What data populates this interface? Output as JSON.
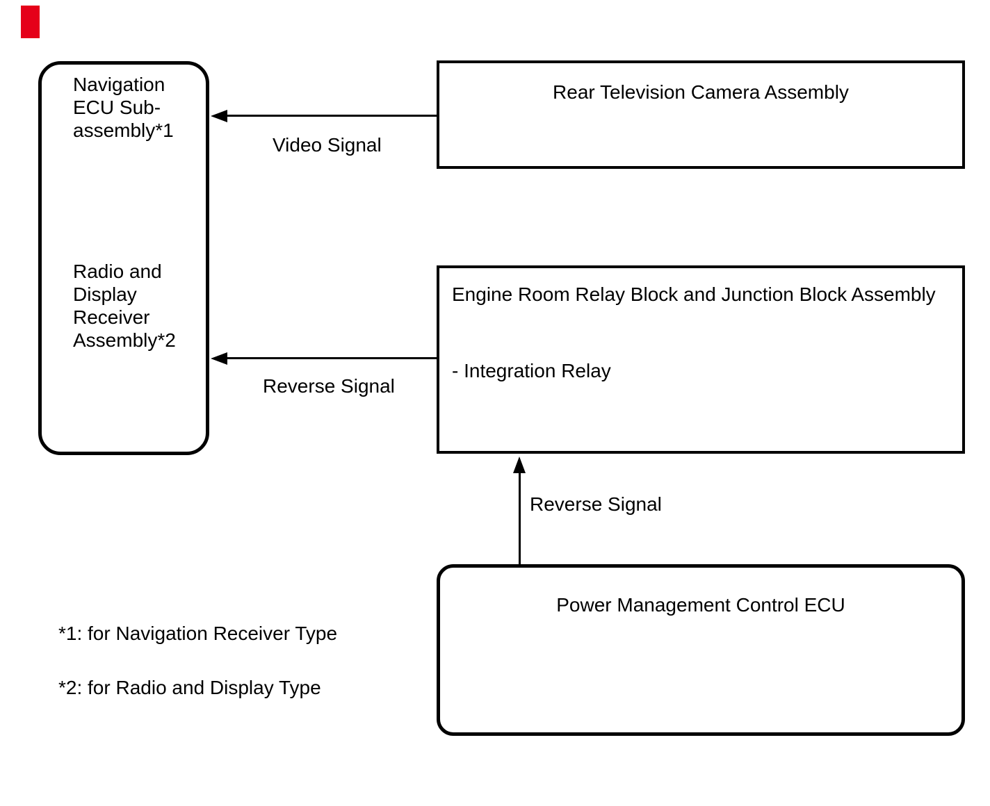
{
  "page": {
    "background": "#ffffff",
    "ink": "#000000"
  },
  "marker": {
    "color": "#e50019"
  },
  "nodes": {
    "receiver": {
      "group1_lines": [
        "Navigation",
        "ECU Sub-",
        "assembly*1"
      ],
      "group2_lines": [
        "Radio and",
        "Display",
        "Receiver",
        "Assembly*2"
      ]
    },
    "camera": {
      "title": "Rear Television Camera Assembly"
    },
    "relay": {
      "title": "Engine Room Relay Block and Junction Block Assembly",
      "item": "- Integration Relay"
    },
    "power": {
      "title": "Power Management Control ECU"
    }
  },
  "signals": {
    "video": {
      "label": "Video Signal"
    },
    "reverse_to_receiver": {
      "label": "Reverse Signal"
    },
    "reverse_to_relay": {
      "label": "Reverse Signal"
    }
  },
  "footnotes": {
    "note1": "*1: for Navigation Receiver Type",
    "note2": "*2: for Radio and Display Type"
  }
}
